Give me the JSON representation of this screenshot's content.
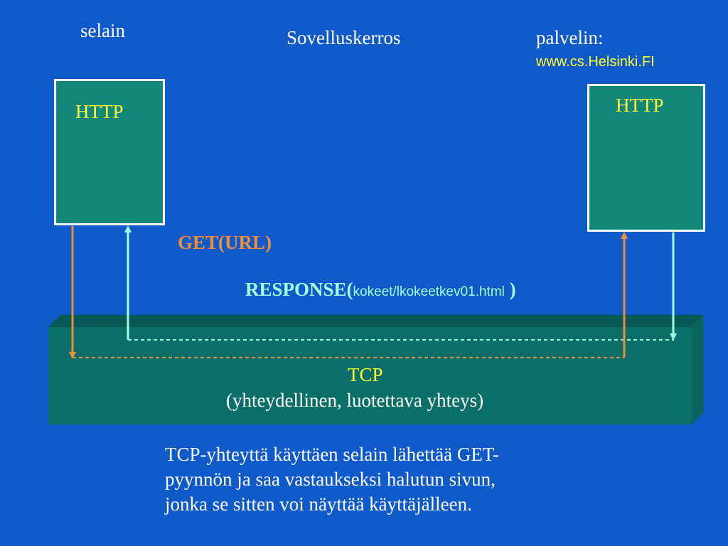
{
  "labels": {
    "client": "selain",
    "layer": "Sovelluskerros",
    "server": "palvelin:",
    "server_url": "www.cs.Helsinki.FI",
    "http_left": "HTTP",
    "http_right": "HTTP",
    "get": "GET(URL)",
    "response_main": "RESPONSE(",
    "response_file": "kokeet/lkokeetkev01.html",
    "response_close": " )",
    "tcp": "TCP",
    "tcp_sub": "(yhteydellinen, luotettava yhteys)"
  },
  "caption": {
    "line1": "TCP-yhteyttä käyttäen selain lähettää GET-",
    "line2": "pyynnön ja saa vastaukseksi halutun sivun,",
    "line3": "jonka se sitten voi näyttää käyttäjälleen."
  },
  "colors": {
    "background": "#0f5ac8",
    "box_fill": "#12877a",
    "tcp_front": "#0b6e68",
    "tcp_top": "#085a56",
    "get_arrow": "#ef8f3a",
    "response_arrow": "#a8ffe0",
    "http_text": "#ffff33"
  }
}
